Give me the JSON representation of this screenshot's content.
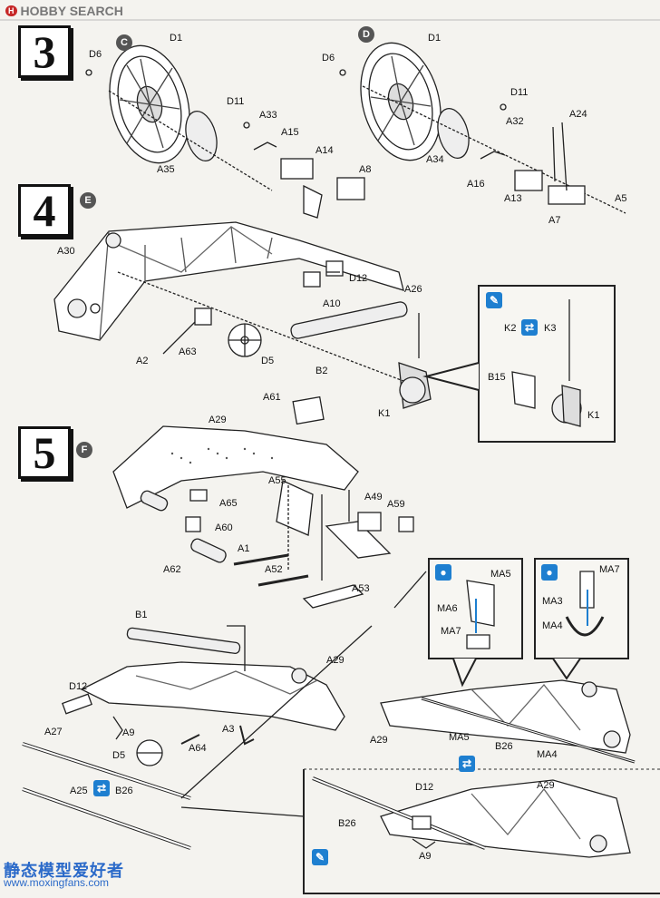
{
  "brand": {
    "name": "HOBBY SEARCH",
    "badge": "H"
  },
  "steps": [
    {
      "number": "3",
      "sub": [
        "C",
        "D"
      ]
    },
    {
      "number": "4",
      "sub": [
        "E"
      ]
    },
    {
      "number": "5",
      "sub": [
        "F"
      ]
    }
  ],
  "labels": {
    "s3c": [
      "D1",
      "D6",
      "D11",
      "A33",
      "A15",
      "A14",
      "A8",
      "A35"
    ],
    "s3d": [
      "D1",
      "D6",
      "D11",
      "A32",
      "A24",
      "A34",
      "A16",
      "A13",
      "A7",
      "A5"
    ],
    "s4": [
      "A30",
      "D12",
      "A26",
      "A10",
      "A2",
      "A63",
      "D5",
      "B2",
      "K1"
    ],
    "s4inset": [
      "K2",
      "K3",
      "B15",
      "K1"
    ],
    "s5": [
      "A29",
      "A61",
      "A55",
      "A65",
      "A60",
      "A1",
      "A62",
      "A52",
      "A49",
      "A59",
      "A53"
    ],
    "s5b": [
      "B1",
      "D12",
      "A29",
      "A27",
      "A9",
      "D5",
      "A64",
      "A3",
      "A25",
      "B26"
    ],
    "inset1": [
      "MA5",
      "MA6",
      "MA7"
    ],
    "inset2": [
      "MA7",
      "MA3",
      "MA4"
    ],
    "s5c": [
      "A29",
      "MA5",
      "B26",
      "MA4"
    ],
    "s5d": [
      "D12",
      "A29",
      "B26",
      "A9"
    ]
  },
  "watermark": {
    "title": "静态模型爱好者",
    "url": "www.moxingfans.com"
  }
}
